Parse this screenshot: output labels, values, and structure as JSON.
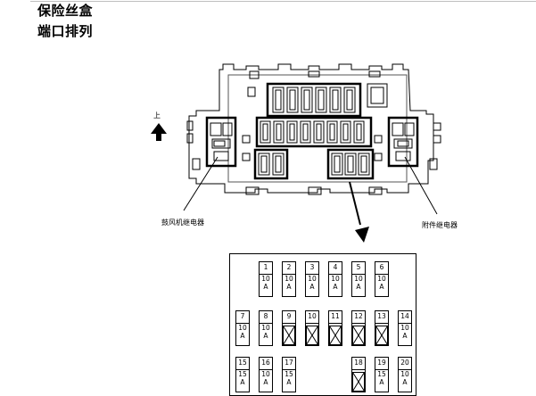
{
  "header": {
    "title_line1": "保险丝盒",
    "title_line2": "端口排列"
  },
  "diagram": {
    "up_label": "上",
    "left_relay_label": "鼓风机继电器",
    "right_relay_label": "附件继电器"
  },
  "fuse_rows": [
    [
      {
        "num": "1",
        "amp": "10",
        "unit": "A"
      },
      {
        "num": "2",
        "amp": "10",
        "unit": "A"
      },
      {
        "num": "3",
        "amp": "10",
        "unit": "A"
      },
      {
        "num": "4",
        "amp": "10",
        "unit": "A"
      },
      {
        "num": "5",
        "amp": "10",
        "unit": "A"
      },
      {
        "num": "6",
        "amp": "10",
        "unit": "A"
      }
    ],
    [
      {
        "num": "7",
        "amp": "10",
        "unit": "A"
      },
      {
        "num": "8",
        "amp": "10",
        "unit": "A"
      },
      {
        "num": "9",
        "empty": true
      },
      {
        "num": "10",
        "empty": true
      },
      {
        "num": "11",
        "empty": true
      },
      {
        "num": "12",
        "empty": true
      },
      {
        "num": "13",
        "empty": true
      },
      {
        "num": "14",
        "amp": "10",
        "unit": "A"
      }
    ],
    [
      {
        "num": "15",
        "amp": "15",
        "unit": "A"
      },
      {
        "num": "16",
        "amp": "10",
        "unit": "A"
      },
      {
        "num": "17",
        "amp": "15",
        "unit": "A"
      },
      {
        "num": "18",
        "empty": true
      },
      {
        "num": "19",
        "amp": "15",
        "unit": "A"
      },
      {
        "num": "20",
        "amp": "10",
        "unit": "A"
      }
    ]
  ]
}
